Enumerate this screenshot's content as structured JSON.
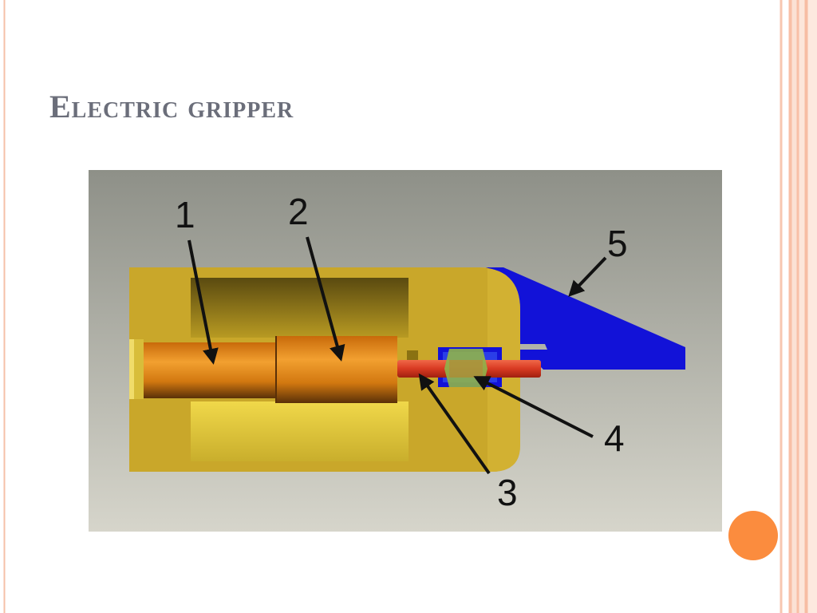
{
  "slide": {
    "title": "Electric gripper"
  },
  "diagram": {
    "callouts": [
      "1",
      "2",
      "3",
      "4",
      "5"
    ],
    "colors": {
      "background_top": "#8e9088",
      "background_bottom": "#d4d3c9",
      "housing": "#c9a72a",
      "motor": "#e08a18",
      "rod": "#e0402a",
      "finger": "#1010d8",
      "coupling": "#8fb44a"
    }
  }
}
